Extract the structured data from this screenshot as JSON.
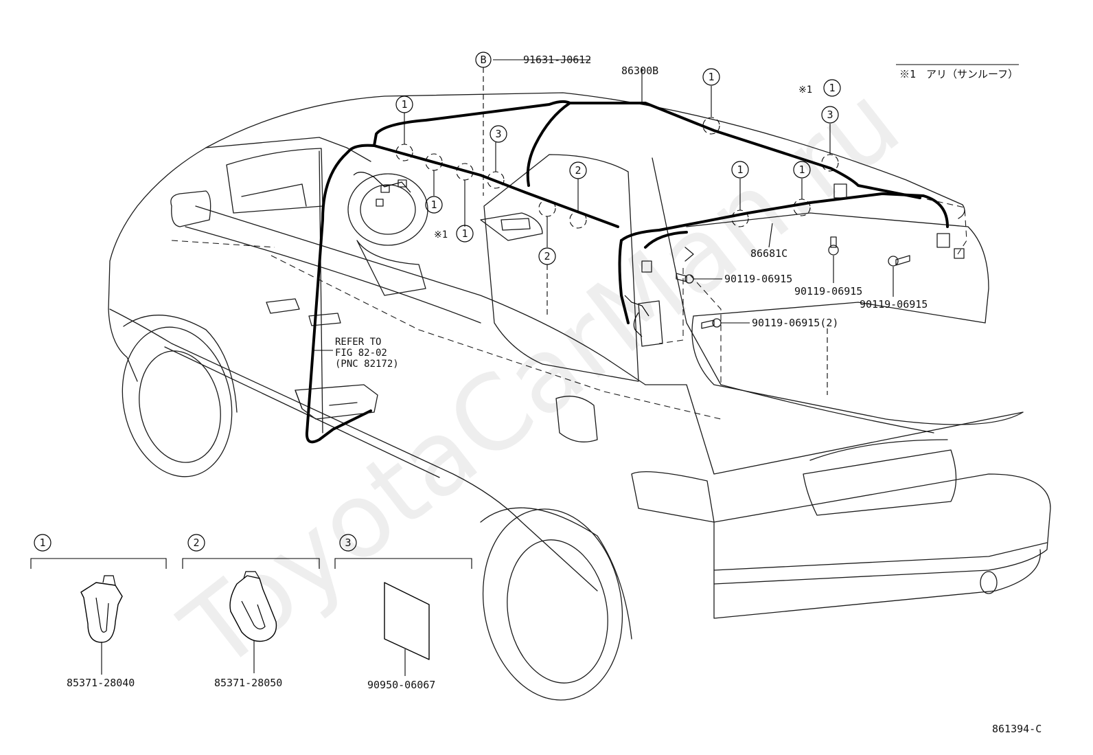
{
  "header": {
    "note": "※1　アリ（サンルーフ）"
  },
  "watermark": "ToyotaCarMan.ru",
  "labels": {
    "b_marker": "B",
    "part_91631": "91631-J0612",
    "part_86300b": "86300B",
    "part_86681c": "86681C",
    "part_90119_a": "90119-06915",
    "part_90119_b": "90119-06915",
    "part_90119_c": "90119-06915",
    "part_90119_d": "90119-06915(2)",
    "note_ref_1": "※1",
    "note_ref_2": "※1",
    "refer_line1": "REFER TO",
    "refer_line2": "FIG 82-02",
    "refer_line3": "(PNC 82172)"
  },
  "callouts": {
    "c1": "1",
    "c2": "2",
    "c3": "3"
  },
  "legend": {
    "item1": {
      "num": "1",
      "part": "85371-28040"
    },
    "item2": {
      "num": "2",
      "part": "85371-28050"
    },
    "item3": {
      "num": "3",
      "part": "90950-06067"
    }
  },
  "footer": {
    "fig_code": "861394-C"
  }
}
